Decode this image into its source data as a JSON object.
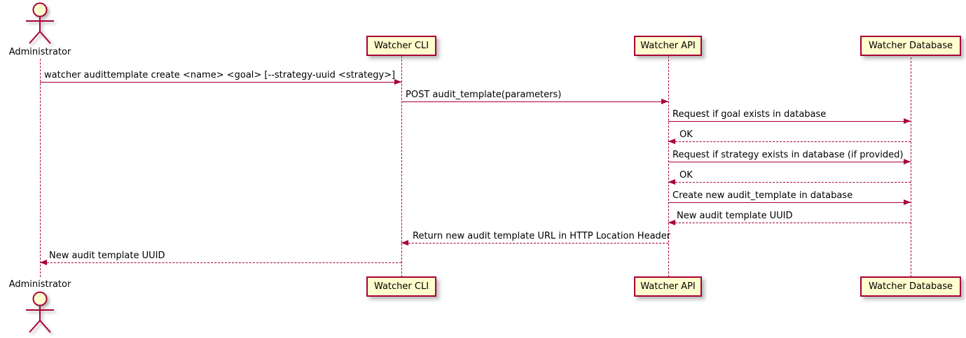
{
  "diagram_type": "plantuml-sequence-diagram",
  "participants": [
    {
      "name": "Administrator",
      "type": "actor"
    },
    {
      "name": "Watcher CLI",
      "type": "participant"
    },
    {
      "name": "Watcher API",
      "type": "participant"
    },
    {
      "name": "Watcher Database",
      "type": "participant"
    }
  ],
  "messages": [
    {
      "from": "Administrator",
      "to": "Watcher CLI",
      "style": "solid",
      "label": "watcher audittemplate create <name> <goal> [--strategy-uuid <strategy>]"
    },
    {
      "from": "Watcher CLI",
      "to": "Watcher API",
      "style": "solid",
      "label": "POST audit_template(parameters)"
    },
    {
      "from": "Watcher API",
      "to": "Watcher Database",
      "style": "solid",
      "label": "Request if goal exists in database"
    },
    {
      "from": "Watcher Database",
      "to": "Watcher API",
      "style": "dashed",
      "label": "OK"
    },
    {
      "from": "Watcher API",
      "to": "Watcher Database",
      "style": "solid",
      "label": "Request if strategy exists in database (if provided)"
    },
    {
      "from": "Watcher Database",
      "to": "Watcher API",
      "style": "dashed",
      "label": "OK"
    },
    {
      "from": "Watcher API",
      "to": "Watcher Database",
      "style": "solid",
      "label": "Create new audit_template in database"
    },
    {
      "from": "Watcher Database",
      "to": "Watcher API",
      "style": "dashed",
      "label": "New audit template UUID"
    },
    {
      "from": "Watcher API",
      "to": "Watcher CLI",
      "style": "dashed",
      "label": "Return new audit template URL in HTTP Location Header"
    },
    {
      "from": "Watcher CLI",
      "to": "Administrator",
      "style": "dashed",
      "label": "New audit template UUID"
    }
  ],
  "colors": {
    "line": "#A80036",
    "box_fill": "#FEFECE",
    "text": "#000000",
    "background": "#FFFFFF"
  }
}
